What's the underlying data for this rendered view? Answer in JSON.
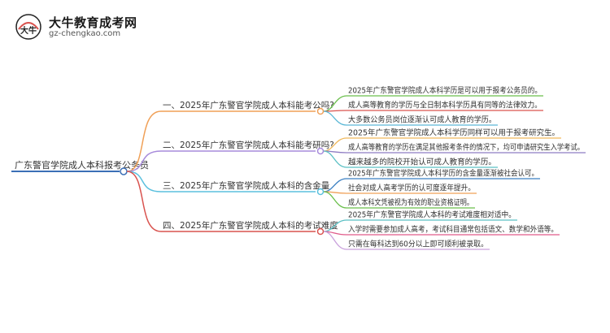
{
  "logo": {
    "mark_text": "大牛",
    "site_name_cn": "大牛教育成考网",
    "site_url": "gz-chengkao.com"
  },
  "root": {
    "label": "广东警官学院成人本科报考公务员"
  },
  "branches": [
    {
      "label": "一、2025年广东警官学院成人本科能考公吗?",
      "color": "#f0a057",
      "children": [
        {
          "label": "2025年广东警官学院成人本科学历是可以用于报考公务员的。",
          "color": "#6abf4b"
        },
        {
          "label": "成人高等教育的学历与全日制本科学历具有同等的法律效力。",
          "color": "#d9534f"
        },
        {
          "label": "大多数公务员岗位逐渐认可成人教育的学历。",
          "color": "#5cb8d6"
        }
      ]
    },
    {
      "label": "二、2025年广东警官学院成人本科能考研吗?",
      "color": "#a78bdb",
      "children": [
        {
          "label": "2025年广东警官学院成人本科学历同样可以用于报考研究生。",
          "color": "#f0b95c"
        },
        {
          "label": "成人高等教育的学历在满足其他报考条件的情况下，均可申请研究生入学考试。",
          "color": "#8e7cc3"
        },
        {
          "label": "越来越多的院校开始认可成人教育的学历。",
          "color": "#5bc0c4"
        }
      ]
    },
    {
      "label": "三、2025年广东警官学院成人本科的含金量",
      "color": "#5bc0de",
      "children": [
        {
          "label": "2025年广东警官学院成人本科学历的含金量逐渐被社会认可。",
          "color": "#3a7fc2"
        },
        {
          "label": "社会对成人高考学历的认可度逐年提升。",
          "color": "#f0a057"
        },
        {
          "label": "成人本科文凭被视为有效的职业资格证明。",
          "color": "#6abf4b"
        }
      ]
    },
    {
      "label": "四、2025年广东警官学院成人本科的考试难度",
      "color": "#d9534f",
      "children": [
        {
          "label": "2025年广东警官学院成人本科的考试难度相对适中。",
          "color": "#5bc0c4"
        },
        {
          "label": "入学时需要参加成人高考，考试科目通常包括语文、数学和外语等。",
          "color": "#e05a8a"
        },
        {
          "label": "只需在每科达到60分以上即可顺利被录取。",
          "color": "#c9a0dc"
        }
      ]
    }
  ],
  "colors": {
    "root_line": "#3b6fb6",
    "text": "#333333"
  }
}
